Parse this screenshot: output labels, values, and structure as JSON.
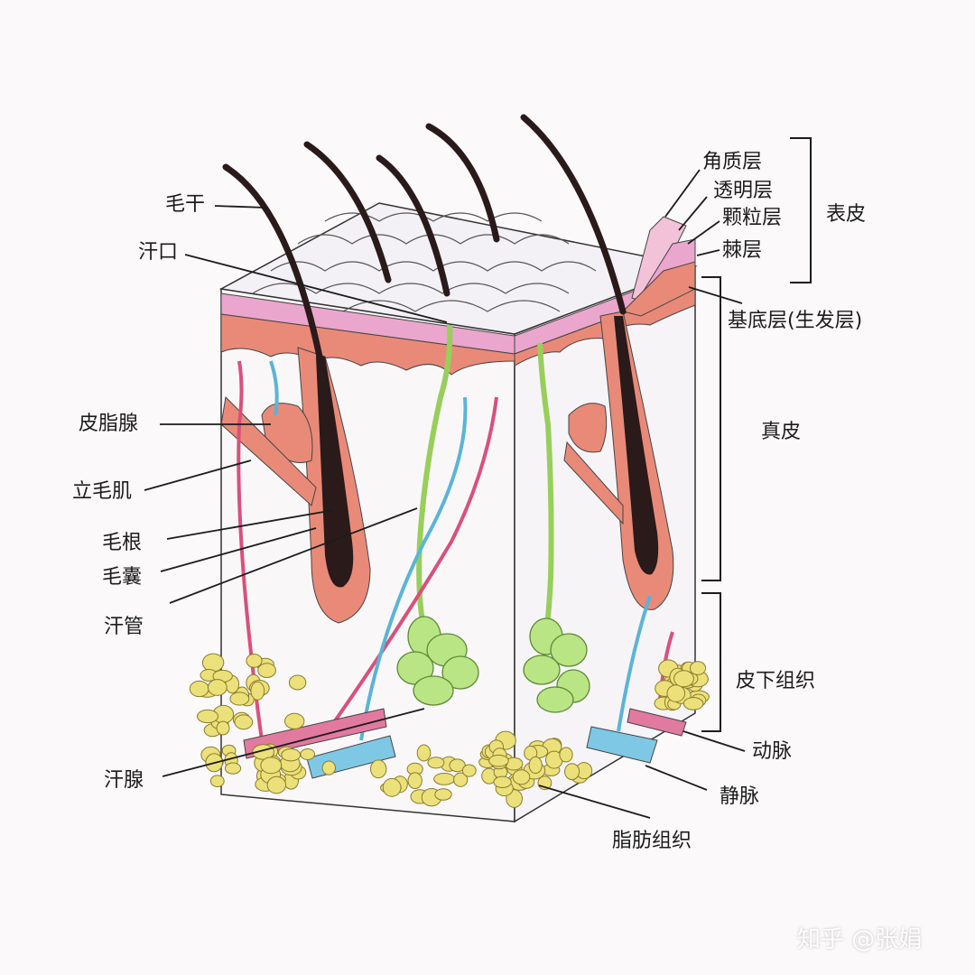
{
  "labels": {
    "hair_shaft": "毛干",
    "sweat_pore": "汗口",
    "sebaceous_gland": "皮脂腺",
    "arrector_pili": "立毛肌",
    "hair_root": "毛根",
    "hair_follicle": "毛囊",
    "sweat_duct": "汗管",
    "sweat_gland": "汗腺",
    "stratum_corneum": "角质层",
    "stratum_lucidum": "透明层",
    "stratum_granulosum": "颗粒层",
    "stratum_spinosum": "棘层",
    "stratum_basale": "基底层(生发层)",
    "epidermis": "表皮",
    "dermis": "真皮",
    "hypodermis": "皮下组织",
    "artery": "动脉",
    "vein": "静脉",
    "adipose": "脂肪组织"
  },
  "watermark": "知乎 @张娟",
  "colors": {
    "hair": "#2a1a1a",
    "epidermis_pink": "#e9a7c9",
    "dermis_salmon": "#e98a78",
    "artery": "#d9507a",
    "vein": "#5ab4d8",
    "sweat_gland": "#a8dc6a",
    "fat": "#ece07a"
  }
}
